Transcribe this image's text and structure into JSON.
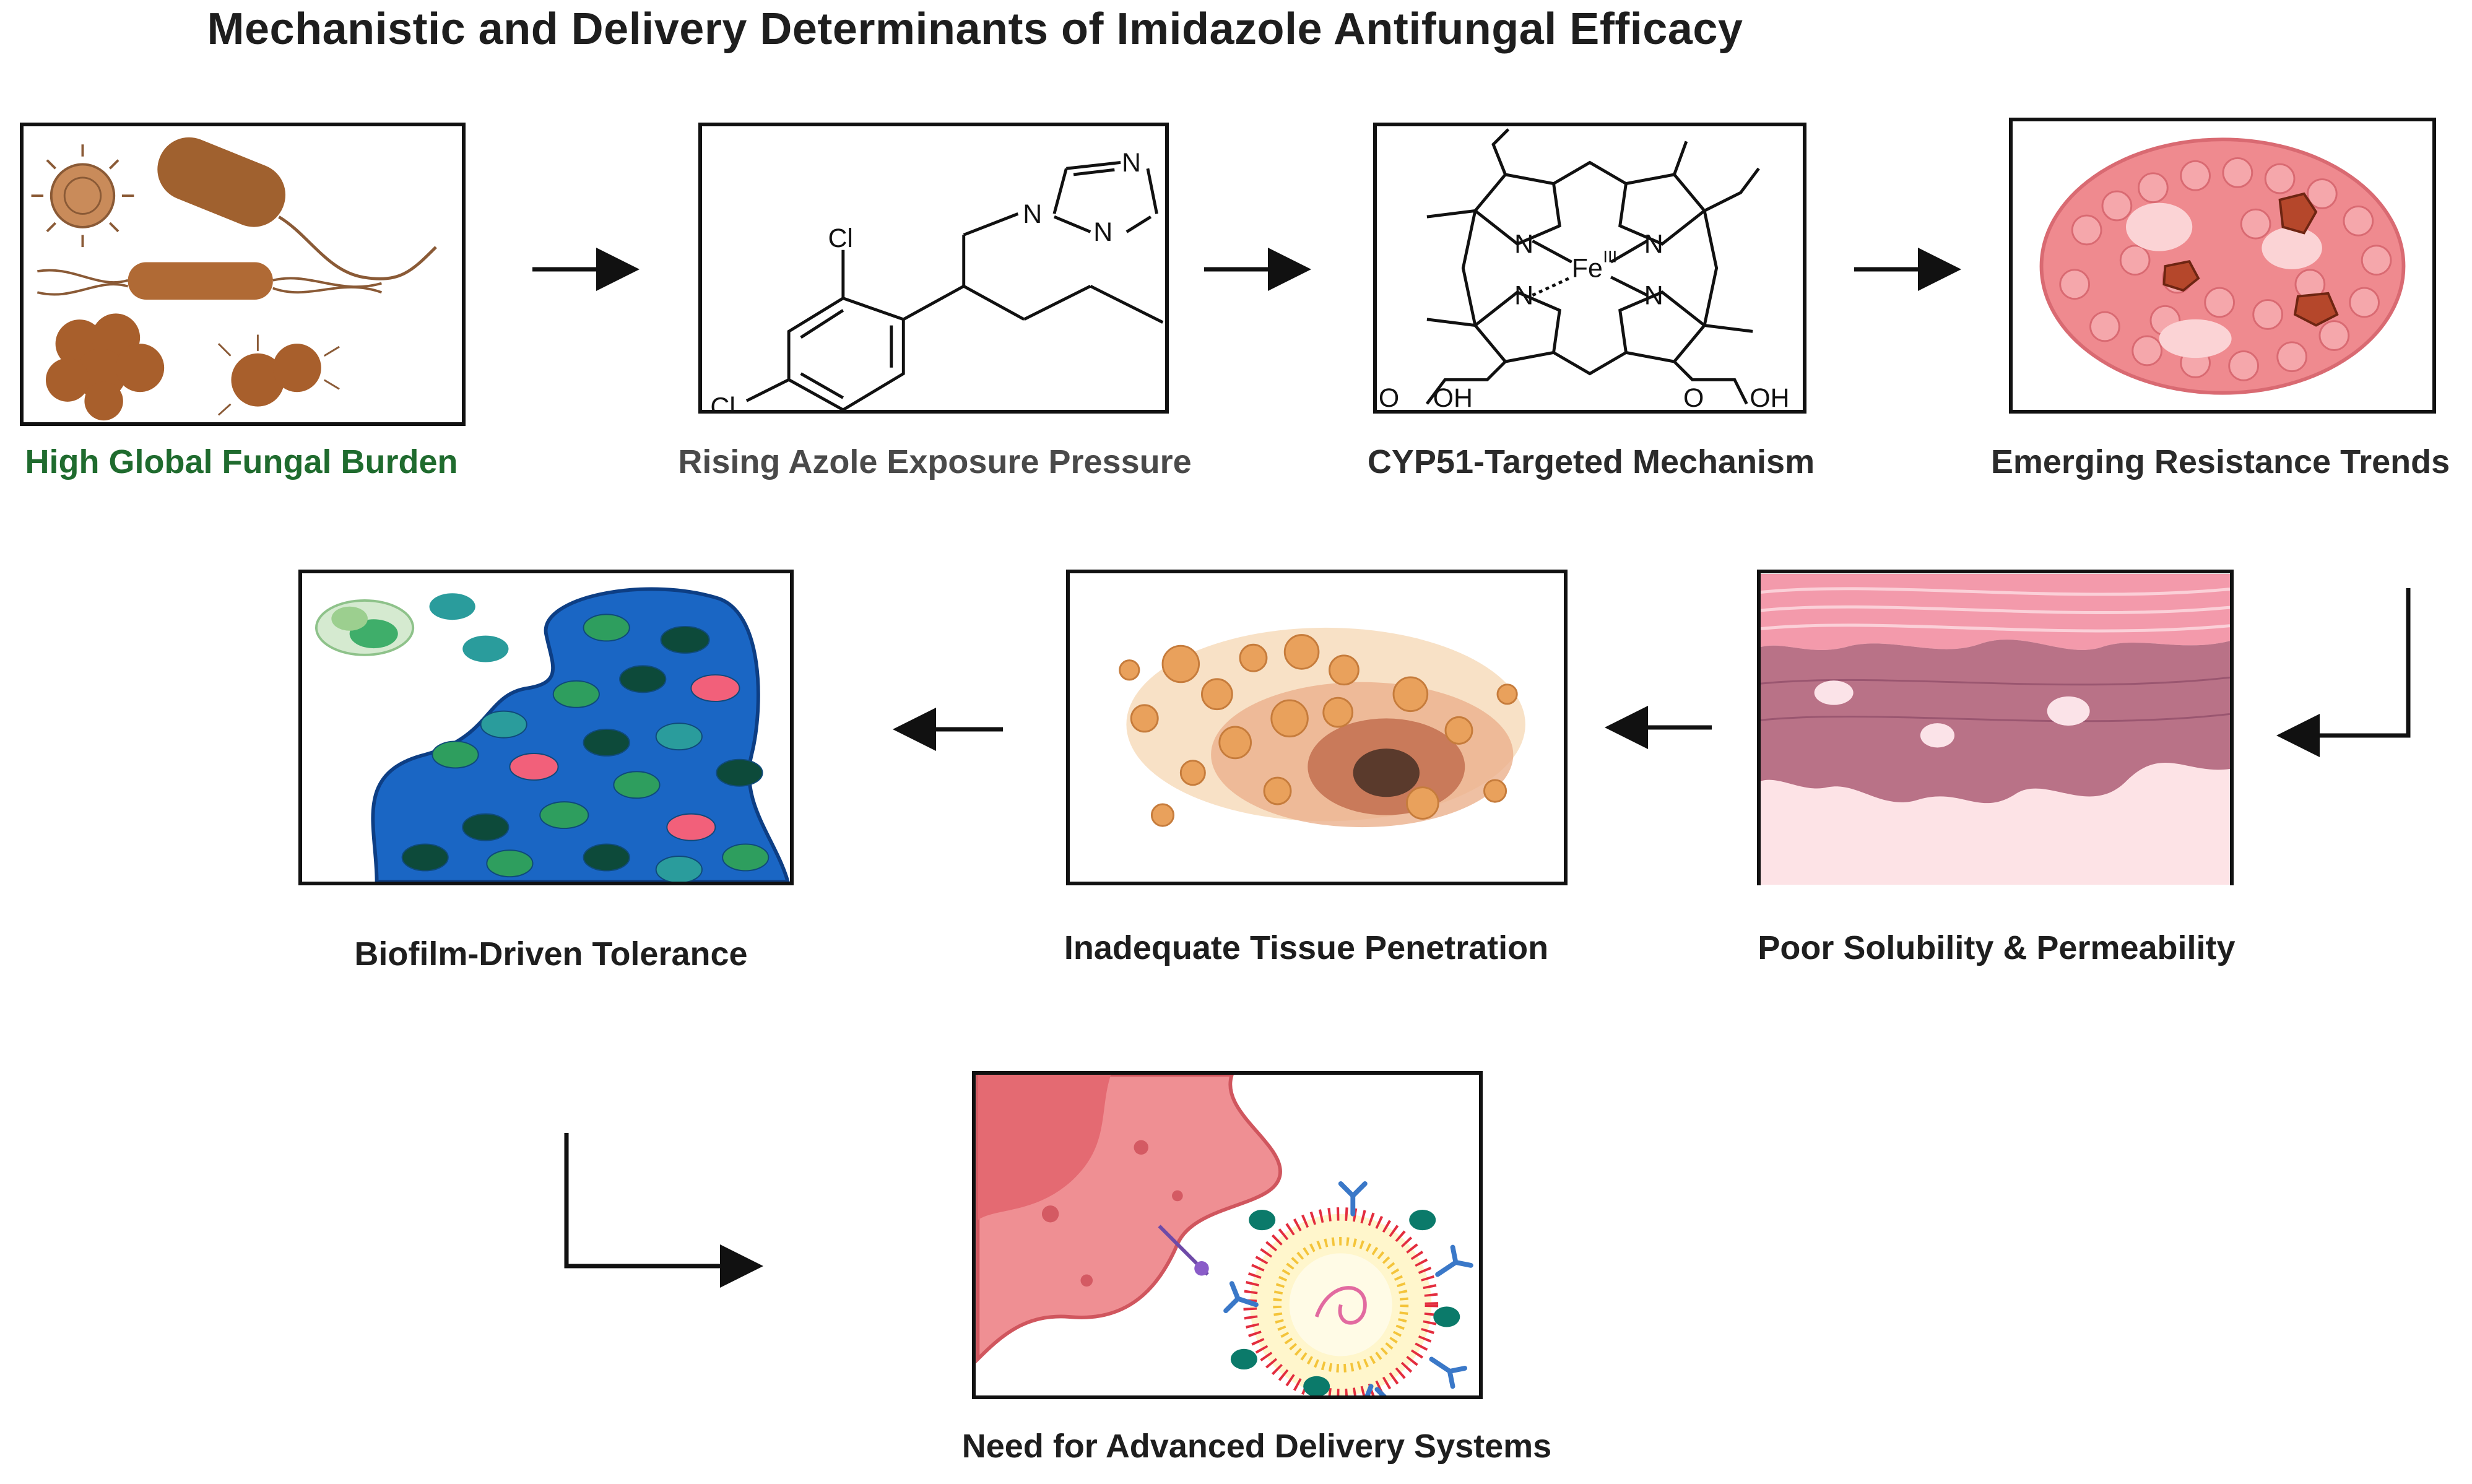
{
  "title": "Mechanistic and Delivery Determinants of Imidazole Antifungal Efficacy",
  "steps": [
    {
      "label": "High Global Fungal Burden",
      "color": "#1f6b2e"
    },
    {
      "label": "Rising Azole Exposure Pressure",
      "color": "#4a4a4a"
    },
    {
      "label": "CYP51-Targeted Mechanism",
      "color": "#2b2b2b"
    },
    {
      "label": "Emerging Resistance Trends",
      "color": "#2b2b2b"
    },
    {
      "label": "Poor Solubility & Permeability",
      "color": "#1e1e1e"
    },
    {
      "label": "Inadequate Tissue Penetration",
      "color": "#1e1e1e"
    },
    {
      "label": "Biofilm-Driven Tolerance",
      "color": "#1e1e1e"
    },
    {
      "label": "Need for Advanced Delivery Systems",
      "color": "#1e1e1e"
    }
  ],
  "chem": {
    "cl": "Cl",
    "n": "N",
    "fe": "Fe",
    "fe_sup": "III",
    "oh": "OH",
    "o": "O"
  }
}
